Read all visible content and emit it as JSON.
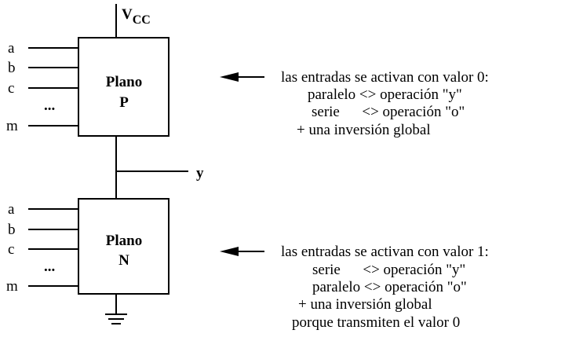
{
  "supply": {
    "main": "V",
    "sub": "CC"
  },
  "inputs_top": [
    "a",
    "b",
    "c",
    "...",
    "m"
  ],
  "inputs_bottom": [
    "a",
    "b",
    "c",
    "...",
    "m"
  ],
  "block_p": {
    "line1": "Plano",
    "line2": "P"
  },
  "block_n": {
    "line1": "Plano",
    "line2": "N"
  },
  "output": "y",
  "note_p": [
    "las entradas se activan con valor 0:",
    "paralelo <> operación \"y\"",
    "serie      <> operación \"o\"",
    "+ una inversión global"
  ],
  "note_n": [
    "las entradas se activan con valor 1:",
    "serie      <> operación \"y\"",
    "paralelo <> operación \"o\"",
    "+ una inversión global",
    "porque transmiten el valor 0"
  ],
  "icons": [
    "left-arrow-icon",
    "left-arrow-icon",
    "ground-icon"
  ]
}
